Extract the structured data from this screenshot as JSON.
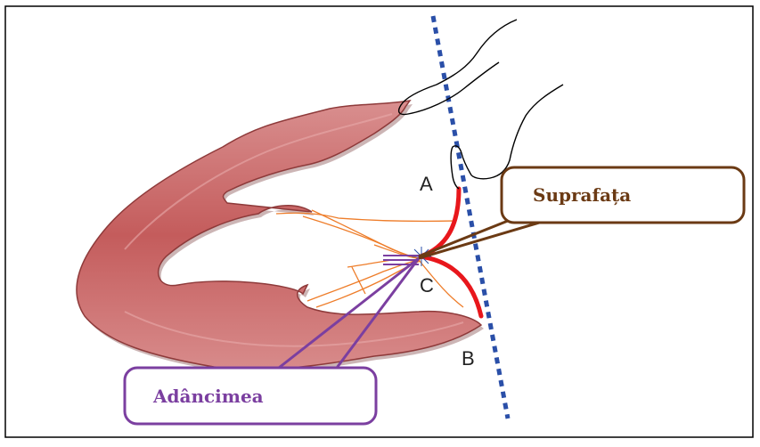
{
  "labels": {
    "point_a": "A",
    "point_b": "B",
    "point_c": "C"
  },
  "callouts": {
    "surface": "Suprafața",
    "depth": "Adâncimea"
  },
  "colors": {
    "tissue_fill": "#c45c5c",
    "tissue_edge": "#8e3a3a",
    "arc": "#e8171c",
    "cut_line": "#2a4fa8",
    "nerves": "#ee7d2a",
    "surface_callout": "#6b3a14",
    "depth_callout": "#7b3fa0",
    "fingers": "#000000"
  }
}
